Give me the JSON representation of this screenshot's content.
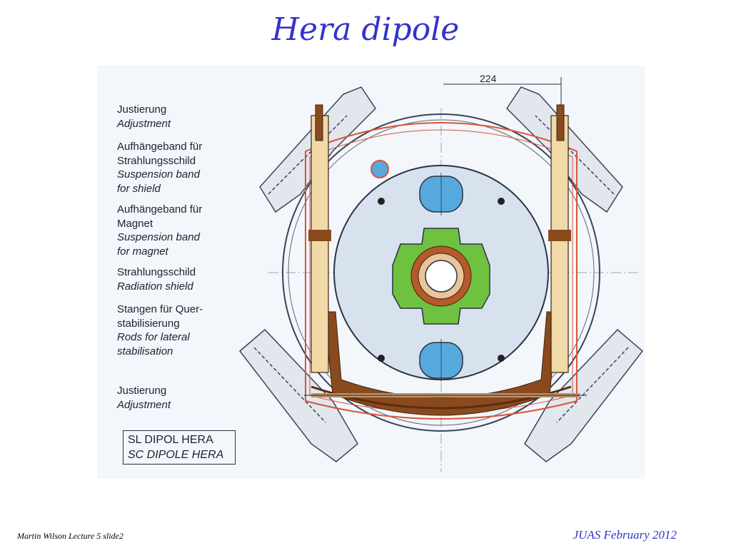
{
  "slide": {
    "title": "Hera dipole",
    "footer_left": "Martin Wilson Lecture 5  slide2",
    "footer_right": "JUAS February 2012"
  },
  "figure": {
    "dimension_label": "224",
    "labels": [
      {
        "de": "Justierung",
        "en": "Adjustment"
      },
      {
        "de": "Aufhängeband für",
        "de2": "Strahlungsschild",
        "en": "Suspension band",
        "en2": "for shield"
      },
      {
        "de": "Aufhängeband für",
        "de2": "Magnet",
        "en": "Suspension band",
        "en2": "for magnet"
      },
      {
        "de": "Strahlungsschild",
        "en": "Radiation shield"
      },
      {
        "de": "Stangen für Quer-",
        "de2": "stabilisierung",
        "en": "Rods for lateral",
        "en2": "stabilisation"
      },
      {
        "de": "Justierung",
        "en": "Adjustment"
      }
    ],
    "title_box": {
      "line1": "SL DIPOL HERA",
      "line2": "SC DIPOLE HERA"
    },
    "colors": {
      "title": "#3333cc",
      "yoke": "#d8e2ef",
      "coil_collar": "#6fc23f",
      "coil": "#b55a2a",
      "cryostat_red": "#d9543a",
      "wood_support": "#8a4a1e",
      "rods": "#f1d9a8",
      "beam_pipe": "#56a9dd"
    }
  }
}
